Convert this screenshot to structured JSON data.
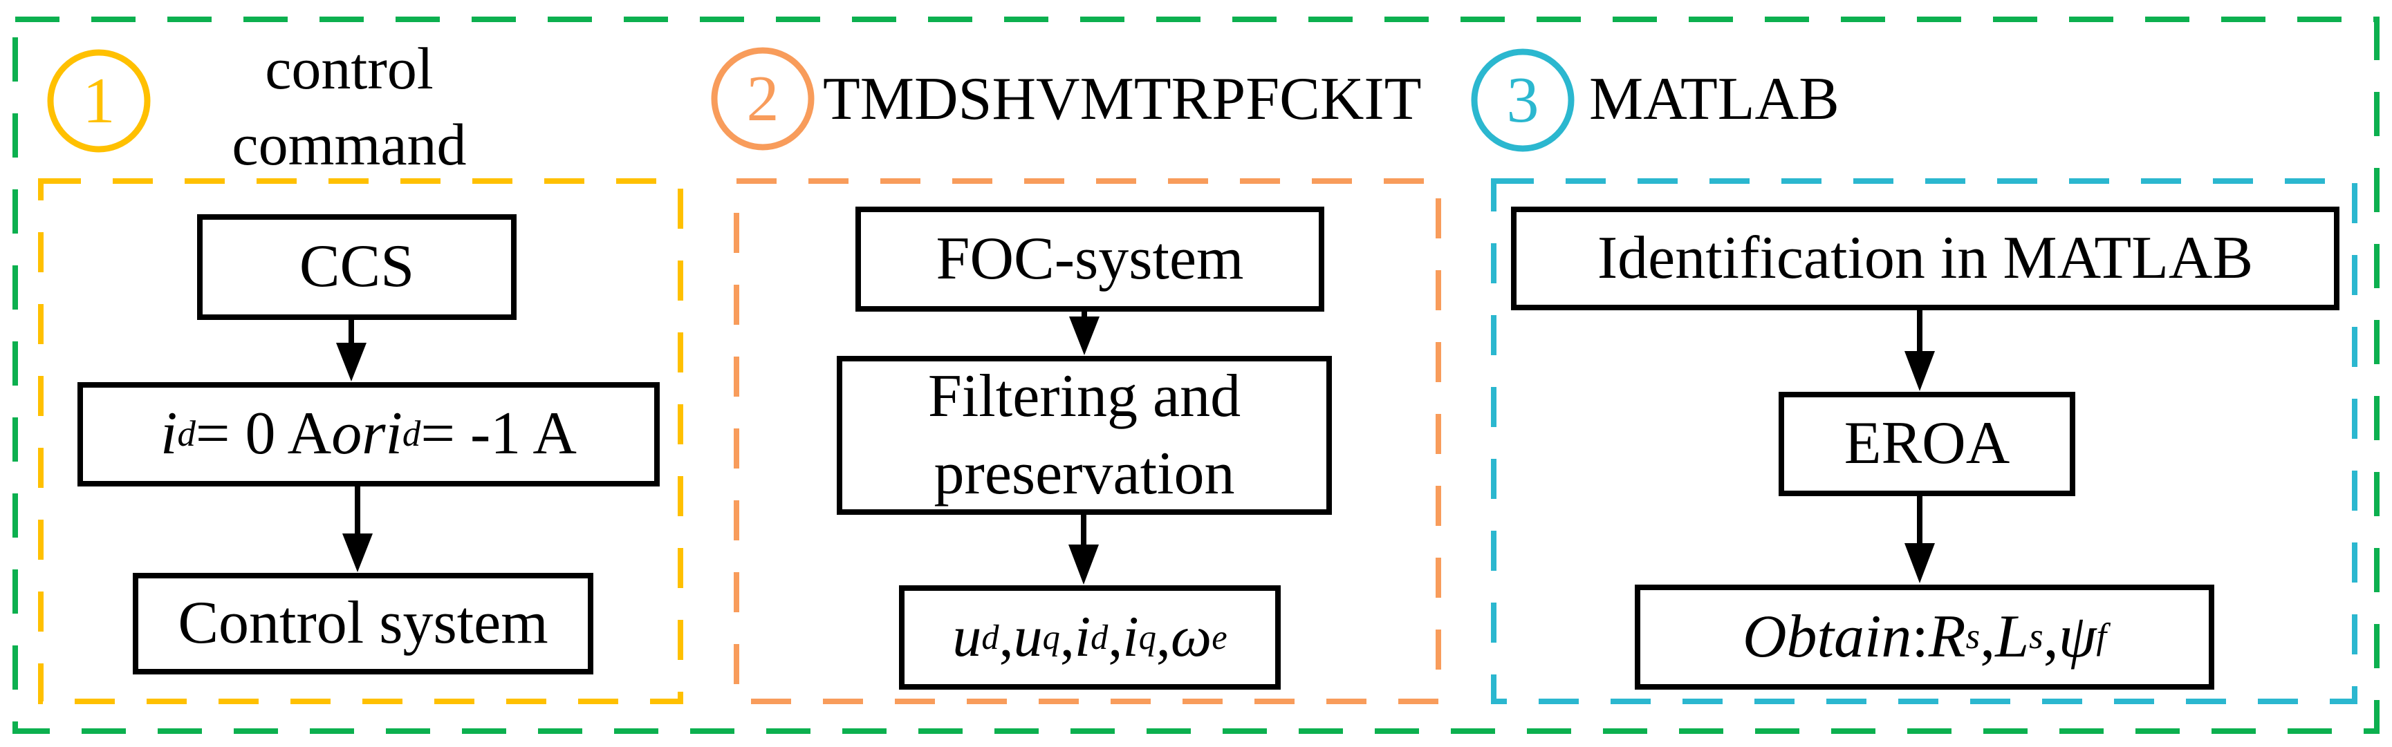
{
  "figure": {
    "type": "flowchart",
    "description": "Three-step identification procedure diagram"
  },
  "colors": {
    "green": "#0CB04F",
    "yellow": "#FFC000",
    "orange": "#F89C5B",
    "cyan": "#2BB7CF",
    "black": "#000000",
    "background": "#FFFFFF"
  },
  "panels": [
    {
      "number": "1",
      "title": "control command",
      "title_lines": [
        "control",
        "command"
      ],
      "accent": "#FFC000",
      "boxes": [
        {
          "label": "CCS"
        },
        {
          "label_plain": "i_d = 0 A or i_d = -1 A",
          "parts": [
            {
              "t": "i",
              "s": "i"
            },
            {
              "t": "d",
              "s": "isub"
            },
            {
              "t": " = 0 A ",
              "s": "n"
            },
            {
              "t": "or",
              "s": "i"
            },
            {
              "t": " ",
              "s": "n"
            },
            {
              "t": "i",
              "s": "i"
            },
            {
              "t": "d",
              "s": "isub"
            },
            {
              "t": " = -1 A",
              "s": "n"
            }
          ]
        },
        {
          "label": "Control system"
        }
      ]
    },
    {
      "number": "2",
      "title": "TMDSHVMTRPFCKIT",
      "accent": "#F89C5B",
      "boxes": [
        {
          "label": "FOC-system"
        },
        {
          "label": "Filtering and preservation"
        },
        {
          "label_plain": "u_d , u_q , i_d , i_q , ω_e",
          "parts": [
            {
              "t": "u",
              "s": "i"
            },
            {
              "t": "d",
              "s": "isub"
            },
            {
              "t": " , ",
              "s": "n"
            },
            {
              "t": "u",
              "s": "i"
            },
            {
              "t": "q",
              "s": "isub"
            },
            {
              "t": " , ",
              "s": "n"
            },
            {
              "t": "i",
              "s": "i"
            },
            {
              "t": "d",
              "s": "isub"
            },
            {
              "t": " , ",
              "s": "n"
            },
            {
              "t": "i",
              "s": "i"
            },
            {
              "t": "q",
              "s": "isub"
            },
            {
              "t": " , ",
              "s": "n"
            },
            {
              "t": "ω",
              "s": "i"
            },
            {
              "t": "e",
              "s": "isub"
            }
          ]
        }
      ]
    },
    {
      "number": "3",
      "title": "MATLAB",
      "accent": "#2BB7CF",
      "boxes": [
        {
          "label": "Identification in MATLAB"
        },
        {
          "label": "EROA"
        },
        {
          "label_plain": "Obtain : R_s , L_s , ψ_f",
          "parts": [
            {
              "t": "Obtain",
              "s": "i"
            },
            {
              "t": " : ",
              "s": "n"
            },
            {
              "t": "R",
              "s": "i"
            },
            {
              "t": "s",
              "s": "isub"
            },
            {
              "t": " , ",
              "s": "n"
            },
            {
              "t": "L",
              "s": "i"
            },
            {
              "t": "s",
              "s": "isub"
            },
            {
              "t": " , ",
              "s": "n"
            },
            {
              "t": "ψ",
              "s": "i"
            },
            {
              "t": "f",
              "s": "isub"
            }
          ]
        }
      ]
    }
  ]
}
